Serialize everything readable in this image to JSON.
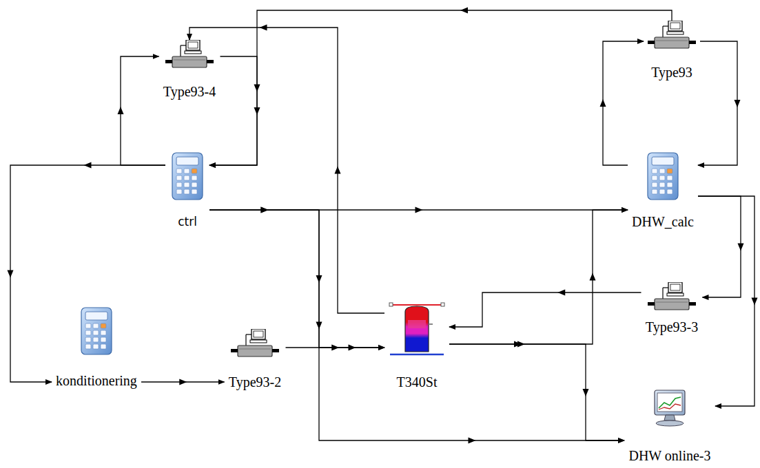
{
  "diagram": {
    "nodes": [
      {
        "text": [
          "Type93-4"
        ]
      },
      {
        "text": [
          "Type93"
        ]
      },
      {
        "text": [
          "ctrl"
        ]
      },
      {
        "text": [
          "DHW_calc"
        ]
      },
      {
        "text": [
          "Type93-3"
        ]
      },
      {
        "text": [
          "konditionering"
        ]
      },
      {
        "text": [
          "Type93-2"
        ]
      },
      {
        "text": [
          "T340St"
        ]
      },
      {
        "text": [
          "DHW online-3"
        ]
      }
    ],
    "edges": [
      {
        "from": 3,
        "to": 1,
        "arrow": "to"
      },
      {
        "from": 1,
        "to": 3,
        "arrow": "to"
      },
      {
        "from": 1,
        "to": 2,
        "arrow": "to"
      },
      {
        "from": 0,
        "to": 2,
        "arrow": "to"
      },
      {
        "from": 2,
        "to": 0,
        "arrow": "to"
      },
      {
        "from": 2,
        "to": 5,
        "arrow": "to"
      },
      {
        "from": 5,
        "to": 6,
        "arrow": "to"
      },
      {
        "from": 6,
        "to": 7,
        "arrow": "to"
      },
      {
        "from": 2,
        "to": 3,
        "arrow": "to"
      },
      {
        "from": 2,
        "to": 7,
        "arrow": "to"
      },
      {
        "from": 2,
        "to": 8,
        "arrow": "to"
      },
      {
        "from": 3,
        "to": 4,
        "arrow": "to"
      },
      {
        "from": 4,
        "to": 7,
        "arrow": "to"
      },
      {
        "from": 7,
        "to": 0,
        "arrow": "to"
      },
      {
        "from": 7,
        "to": 3,
        "arrow": "to"
      },
      {
        "from": 7,
        "to": 8,
        "arrow": "to"
      },
      {
        "from": 3,
        "to": 8,
        "arrow": "to"
      }
    ]
  }
}
